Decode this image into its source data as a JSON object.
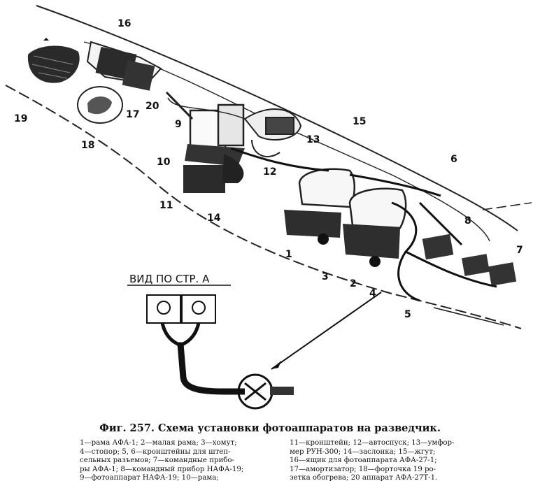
{
  "view_label": "ВИД ПО СТР. А",
  "callouts": [
    "1",
    "2",
    "3",
    "4",
    "5",
    "6",
    "7",
    "8",
    "9",
    "10",
    "11",
    "12",
    "13",
    "14",
    "15",
    "16",
    "17",
    "18",
    "19",
    "20"
  ],
  "caption": {
    "title": "Фиг. 257. Схема установки фотоаппаратов на разведчик.",
    "legend_left": [
      "1—рама АФА-1; 2—малая рама; 3—хомут;",
      "4—стопор; 5, 6—кронштейны для штеп-",
      "сельных разъемов; 7—командные прибо-",
      "ры АФА-1; 8—командный прибор НАФА-19;",
      "9—фотоаппарат НАФА-19; 10—рама;"
    ],
    "legend_right": [
      "11—кронштейн; 12—автоспуск; 13—умфор-",
      "мер РУН-300; 14—заслонка; 15—жгут;",
      "16—ящик для фотоаппарата АФА-27-1;",
      "17—амортизатор; 18—форточка 19 ро-",
      "зетка обогрева; 20 аппарат АФА-27Т-1."
    ]
  }
}
